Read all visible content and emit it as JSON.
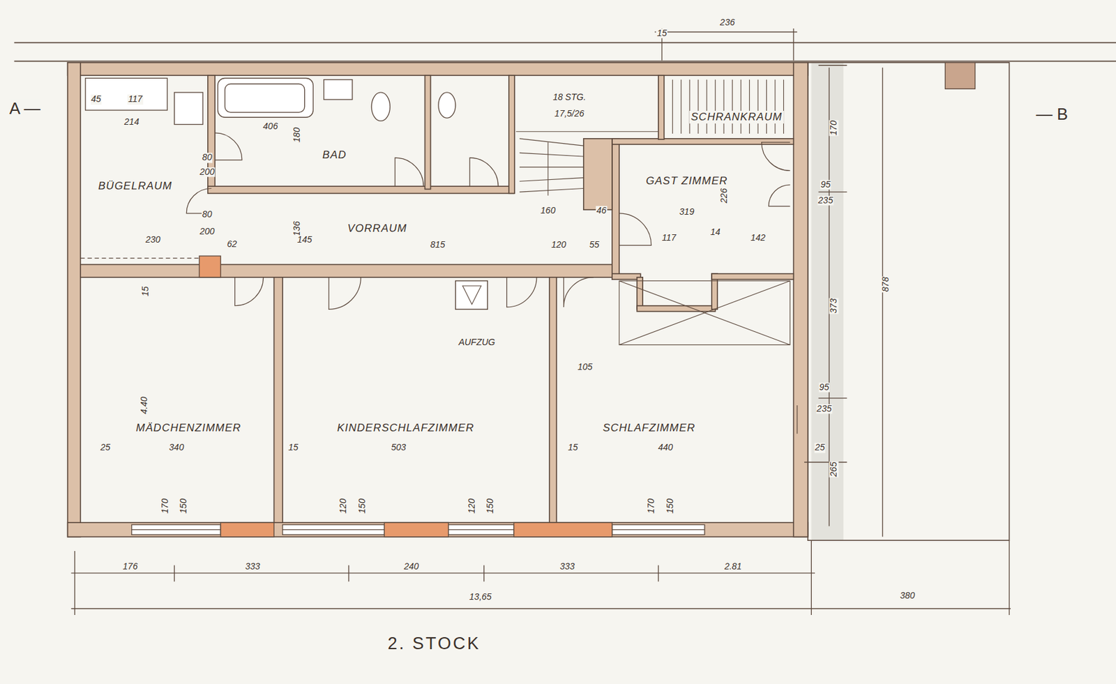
{
  "diagram": {
    "title": "2. STOCK",
    "nodes": [
      {
        "text": [
          "BÜGELRAUM"
        ]
      },
      {
        "text": [
          "BAD"
        ]
      },
      {
        "text": [
          "SCHRANKRAUM"
        ]
      },
      {
        "text": [
          "GAST ZIMMER"
        ]
      },
      {
        "text": [
          "VORRAUM"
        ]
      },
      {
        "text": [
          "MÄDCHENZIMMER"
        ]
      },
      {
        "text": [
          "KINDERSCHLAFZIMMER"
        ]
      },
      {
        "text": [
          "SCHLAFZIMMER"
        ]
      }
    ],
    "labels": [
      "A —",
      "— B",
      "15",
      "236",
      "45",
      "117",
      "214",
      "406",
      "180",
      "80",
      "200",
      "80",
      "200",
      "136",
      "18 STG.",
      "17,5/26",
      "226",
      "160",
      "46",
      "319",
      "230",
      "62",
      "145",
      "815",
      "120",
      "55",
      "117",
      "14",
      "142",
      "15",
      "AUFZUG",
      "105",
      "4.40",
      "25",
      "340",
      "15",
      "503",
      "15",
      "440",
      "170",
      "150",
      "120",
      "150",
      "120",
      "150",
      "170",
      "150",
      "176",
      "333",
      "240",
      "333",
      "2.81",
      "13,65",
      "380",
      "170",
      "95",
      "235",
      "373",
      "878",
      "95",
      "235",
      "25",
      "265"
    ]
  }
}
